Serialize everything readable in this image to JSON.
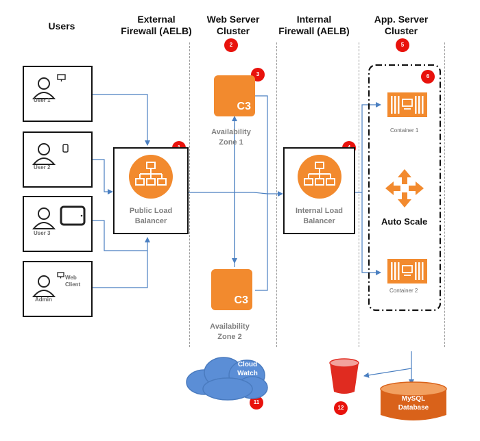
{
  "headers": {
    "users": "Users",
    "external_firewall": "External\nFirewall (AELB)",
    "web_server_cluster": "Web Server\nCluster",
    "internal_firewall": "Internal\nFirewall (AELB)",
    "app_server_cluster": "App. Server\nCluster"
  },
  "users": [
    {
      "label": "User 1"
    },
    {
      "label": "User 2"
    },
    {
      "label": "User 3"
    },
    {
      "label": "Admin",
      "device_label": "Web\nClient"
    }
  ],
  "public_lb": "Public Load\nBalancer",
  "internal_lb": "Internal Load\nBalancer",
  "az1": "Availability\nZone 1",
  "az2": "Availability\nZone 2",
  "c3_label": "C3",
  "container1": "Container 1",
  "container2": "Container 2",
  "auto_scale": "Auto Scale",
  "cloud_watch": "Cloud\nWatch",
  "mysql": "MySQL\nDatabase",
  "badges": {
    "public_lb": "1",
    "web_cluster": "2",
    "az1": "3",
    "internal_lb": "4",
    "app_cluster": "5",
    "autoscale_group": "6",
    "cloudwatch": "11",
    "s3": "12"
  },
  "colors": {
    "aws_orange": "#f28a2e",
    "badge_red": "#e8120c",
    "arrow_blue": "#4a7fc1",
    "cloud_blue": "#5b8ed6",
    "bucket_red": "#e02b20",
    "db_orange": "#d9621a"
  }
}
